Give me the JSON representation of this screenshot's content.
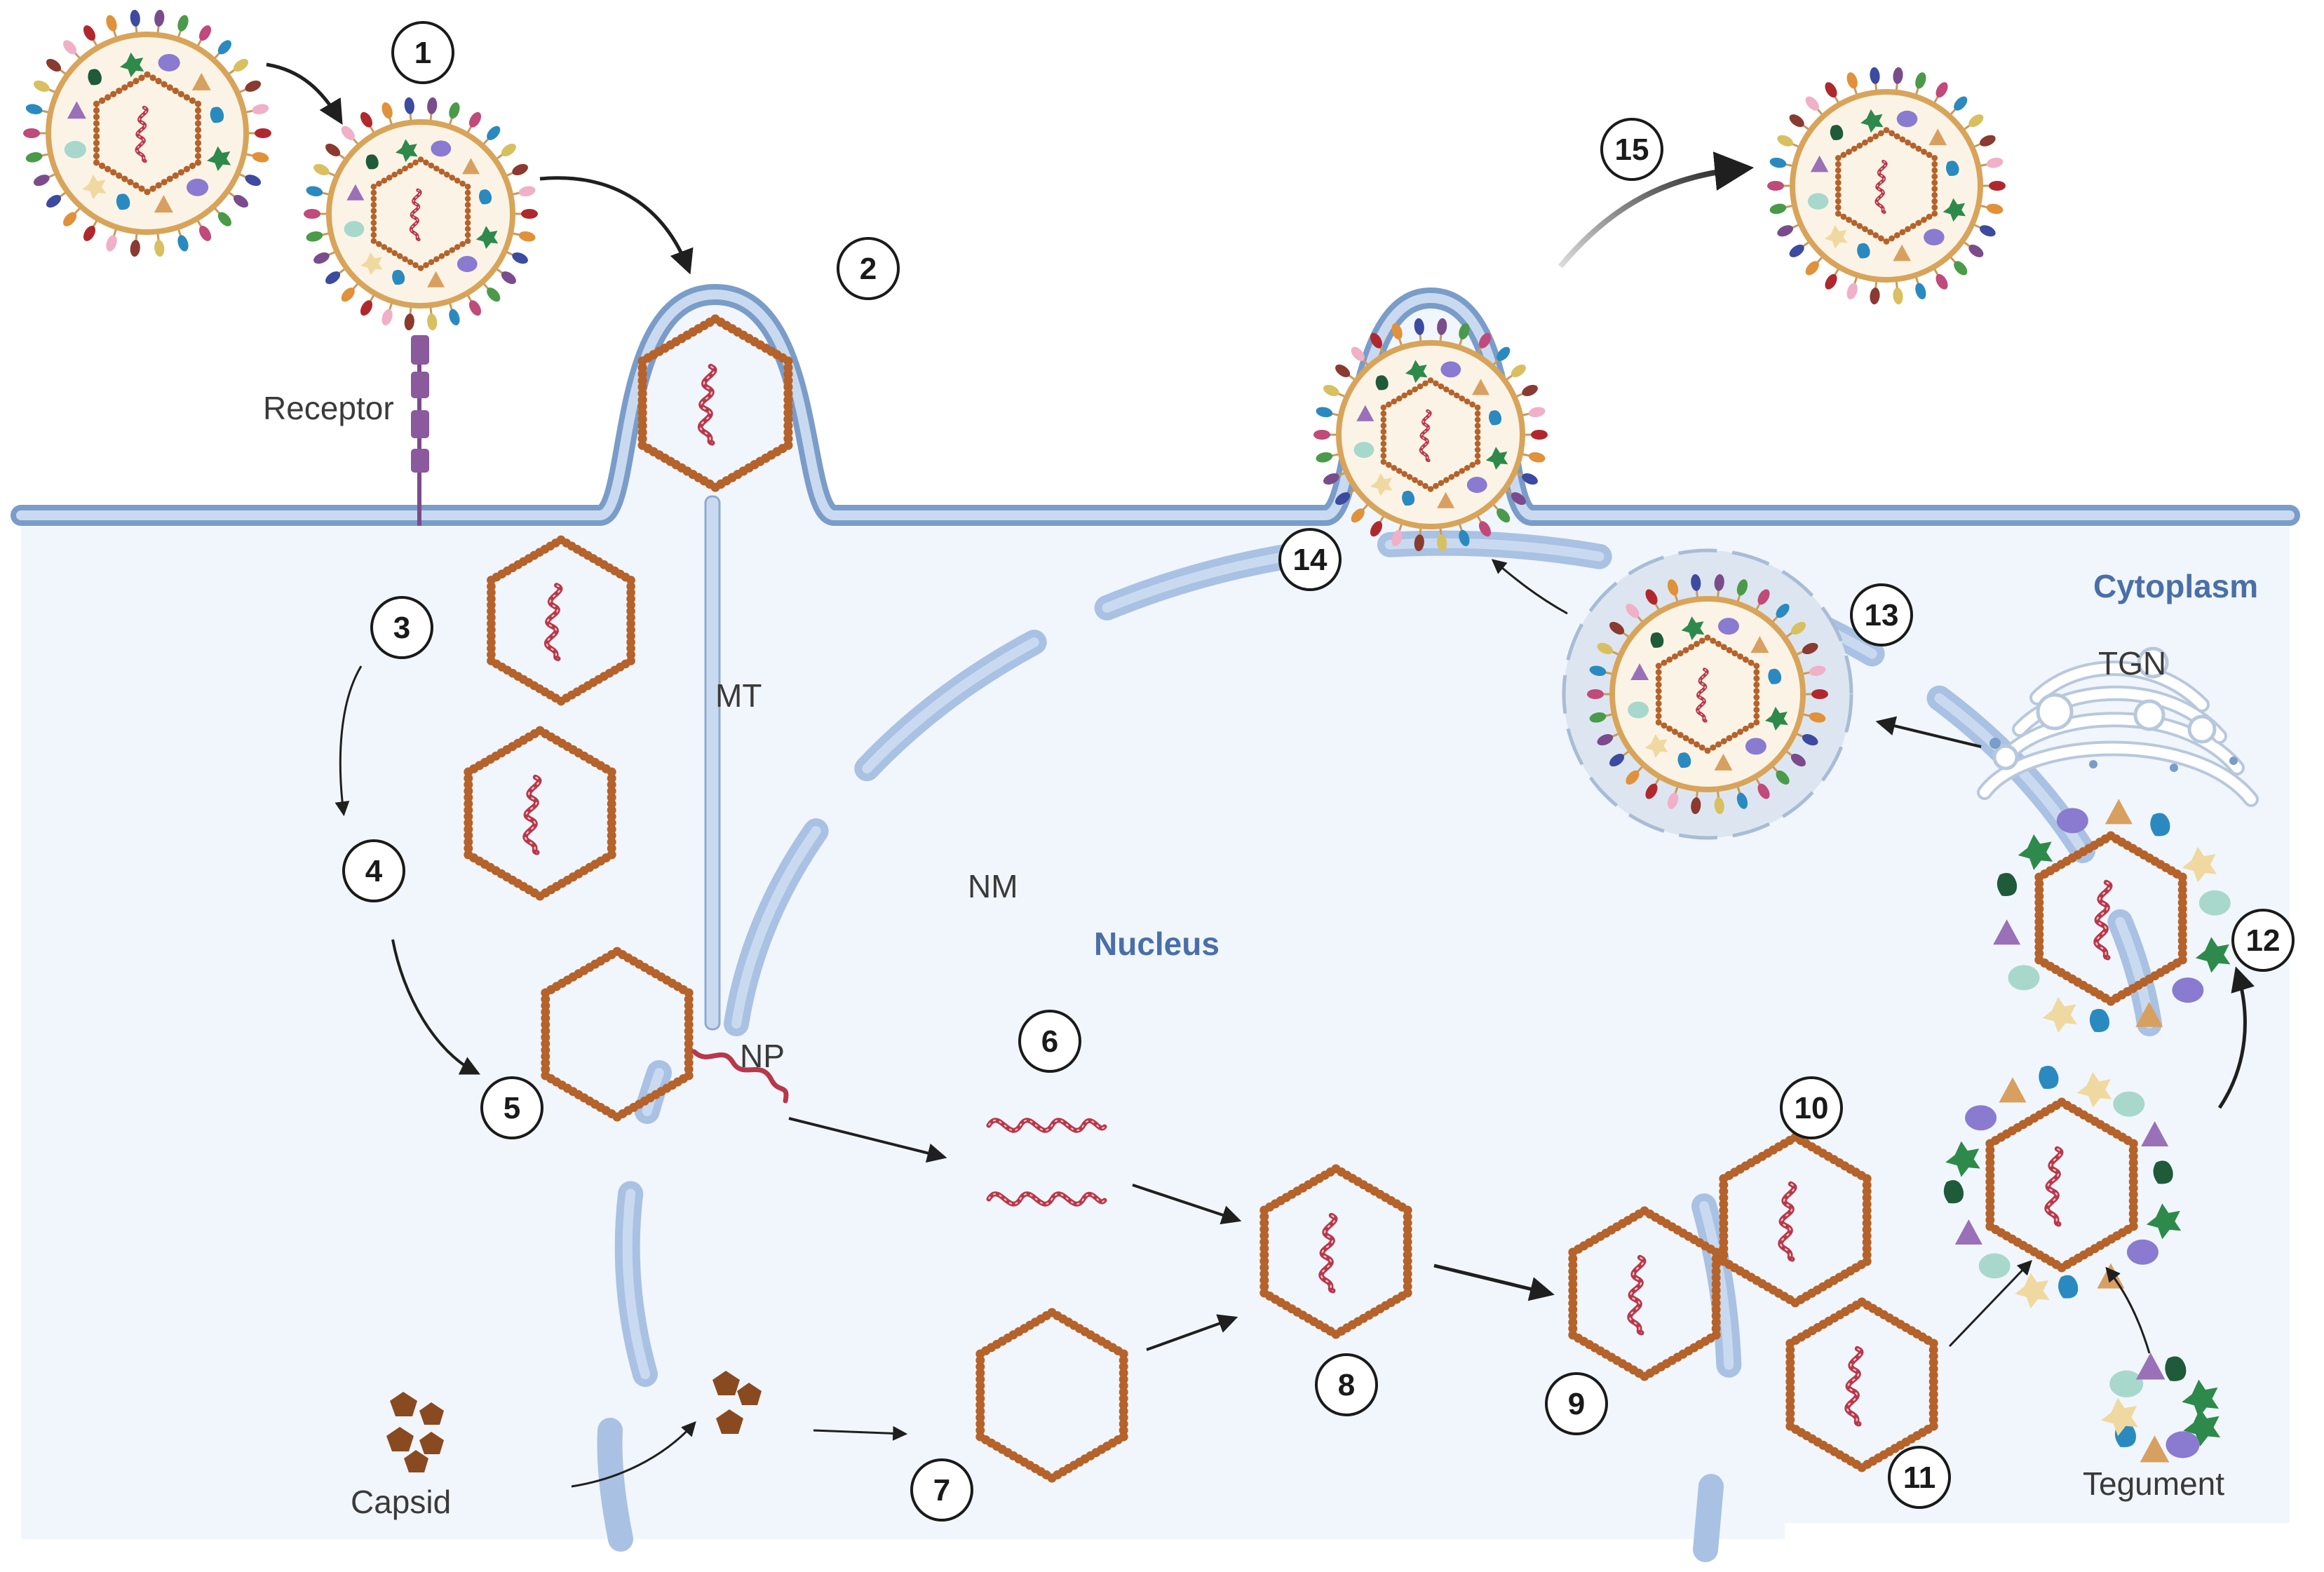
{
  "labels": {
    "receptor": "Receptor",
    "mt": "MT",
    "nm": "NM",
    "np": "NP",
    "nucleus": "Nucleus",
    "cytoplasm": "Cytoplasm",
    "tgn": "TGN",
    "capsid": "Capsid",
    "tegument": "Tegument"
  },
  "steps": [
    "1",
    "2",
    "3",
    "4",
    "5",
    "6",
    "7",
    "8",
    "9",
    "10",
    "11",
    "12",
    "13",
    "14",
    "15"
  ],
  "colors": {
    "membrane": "#7a9cc9",
    "membrane_light": "#c9daf0",
    "cytoplasm": "#f1f6fc",
    "capsid_bead": "#b5622b",
    "genome": "#b8384a",
    "receptor": "#8a5a9c",
    "envelope": "#d8a45a",
    "region_text": "#4a6fa8"
  }
}
